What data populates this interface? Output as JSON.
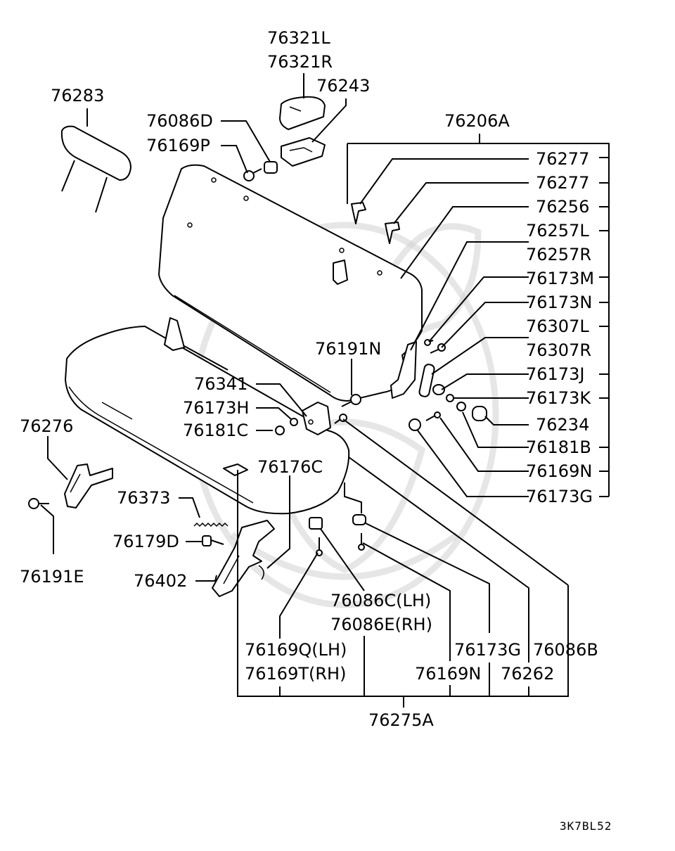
{
  "labels": {
    "p76321L": "76321L",
    "p76321R": "76321R",
    "p76243": "76243",
    "p76283": "76283",
    "p76086D": "76086D",
    "p76169P": "76169P",
    "p76206A": "76206A",
    "p76277a": "76277",
    "p76277b": "76277",
    "p76256": "76256",
    "p76257L": "76257L",
    "p76257R": "76257R",
    "p76173M": "76173M",
    "p76173N": "76173N",
    "p76307L": "76307L",
    "p76307R": "76307R",
    "p76173J": "76173J",
    "p76173K": "76173K",
    "p76234": "76234",
    "p76181B": "76181B",
    "p76169N_r": "76169N",
    "p76173G_r": "76173G",
    "p76191N": "76191N",
    "p76341": "76341",
    "p76173H": "76173H",
    "p76181C": "76181C",
    "p76176C": "76176C",
    "p76276": "76276",
    "p76373": "76373",
    "p76179D": "76179D",
    "p76191E": "76191E",
    "p76402": "76402",
    "p76086C": "76086C(LH)",
    "p76086E": "76086E(RH)",
    "p76169Q": "76169Q(LH)",
    "p76169T": "76169T(RH)",
    "p76173G_b": "76173G",
    "p76086B": "76086B",
    "p76169N_b": "76169N",
    "p76262": "76262",
    "p76275A": "76275A"
  },
  "diagram_code": "3K7BL52"
}
